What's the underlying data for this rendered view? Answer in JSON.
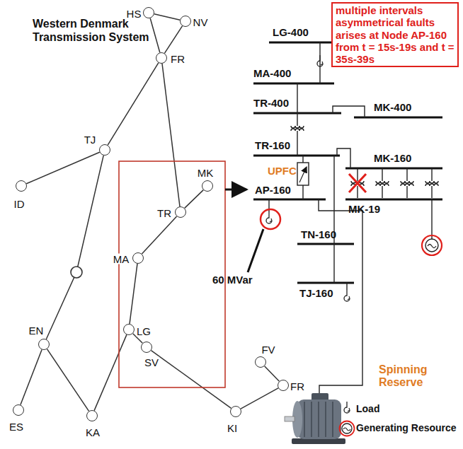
{
  "diagram": {
    "title": "Western Denmark Transmission System",
    "nodes": [
      {
        "text": [
          "HS"
        ]
      },
      {
        "text": [
          "NV"
        ]
      },
      {
        "text": [
          "FR"
        ]
      },
      {
        "text": [
          "TJ"
        ]
      },
      {
        "text": [
          "ID"
        ]
      },
      {
        "text": [
          "MK"
        ]
      },
      {
        "text": [
          "TR"
        ]
      },
      {
        "text": [
          "MA"
        ]
      },
      {
        "text": [
          "LG"
        ]
      },
      {
        "text": [
          "EN"
        ]
      },
      {
        "text": [
          "ES"
        ]
      },
      {
        "text": [
          "KA"
        ]
      },
      {
        "text": [
          "SV"
        ]
      },
      {
        "text": [
          "KI"
        ]
      },
      {
        "text": [
          "FR"
        ]
      },
      {
        "text": [
          "FV"
        ]
      },
      {
        "text": [
          "multiple intervals asymmetrical faults arises at Node AP-160 from t = 15s-19s and t = 35s-39s"
        ]
      }
    ],
    "edges": [
      {
        "from": 0,
        "to": 1,
        "arrow": "none"
      },
      {
        "from": 0,
        "to": 2,
        "arrow": "none"
      },
      {
        "from": 1,
        "to": 2,
        "arrow": "none"
      },
      {
        "from": 2,
        "to": 3,
        "arrow": "none"
      },
      {
        "from": 3,
        "to": 4,
        "arrow": "none"
      },
      {
        "from": 2,
        "to": 6,
        "arrow": "none"
      },
      {
        "from": 6,
        "to": 5,
        "arrow": "none"
      },
      {
        "from": 6,
        "to": 7,
        "arrow": "none"
      },
      {
        "from": 7,
        "to": 8,
        "arrow": "none"
      },
      {
        "from": 3,
        "to": 9,
        "arrow": "none"
      },
      {
        "from": 9,
        "to": 10,
        "arrow": "none"
      },
      {
        "from": 9,
        "to": 11,
        "arrow": "none"
      },
      {
        "from": 11,
        "to": 8,
        "arrow": "none"
      },
      {
        "from": 8,
        "to": 12,
        "arrow": "none"
      },
      {
        "from": 12,
        "to": 13,
        "arrow": "none"
      },
      {
        "from": 13,
        "to": 14,
        "arrow": "none"
      },
      {
        "from": 14,
        "to": 15,
        "arrow": "none"
      }
    ],
    "labels": [
      "LG-400",
      "MA-400",
      "TR-400",
      "MK-400",
      "TR-160",
      "UPFC",
      "MK-160",
      "AP-160",
      "MK-19",
      "TN-160",
      "TJ-160",
      "60 MVar",
      "Spinning Reserve"
    ],
    "legend": [
      {
        "text": "Load"
      },
      {
        "text": "Generating Resource"
      }
    ]
  }
}
